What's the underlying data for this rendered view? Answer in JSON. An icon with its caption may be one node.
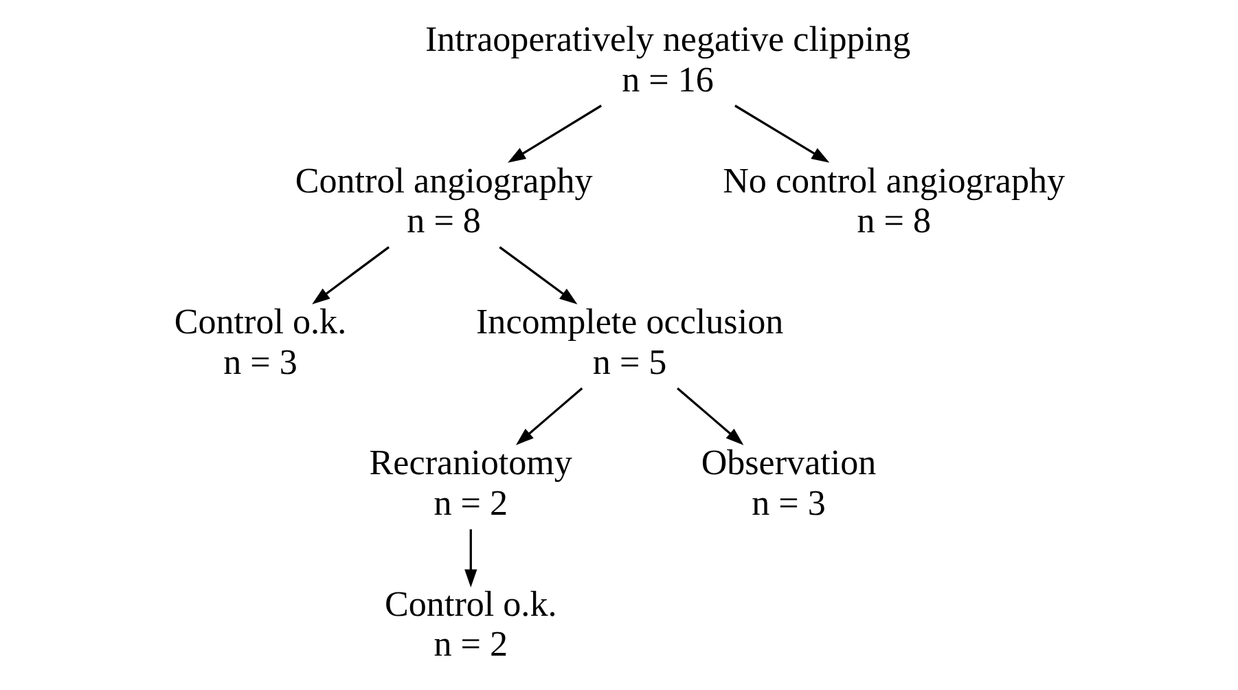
{
  "diagram": {
    "nodes": [
      {
        "text": [
          "Intraoperatively negative clipping",
          "n = 16"
        ]
      },
      {
        "text": [
          "Control angiography",
          "n = 8"
        ]
      },
      {
        "text": [
          "No control angiography",
          "n = 8"
        ]
      },
      {
        "text": [
          "Control o.k.",
          "n = 3"
        ]
      },
      {
        "text": [
          "Incomplete occlusion",
          "n = 5"
        ]
      },
      {
        "text": [
          "Recraniotomy",
          "n = 2"
        ]
      },
      {
        "text": [
          "Observation",
          "n = 3"
        ]
      },
      {
        "text": [
          "Control o.k.",
          "n = 2"
        ]
      }
    ],
    "edges": [
      {
        "from": 0,
        "to": 1,
        "arrow": "to"
      },
      {
        "from": 0,
        "to": 2,
        "arrow": "to"
      },
      {
        "from": 1,
        "to": 3,
        "arrow": "to"
      },
      {
        "from": 1,
        "to": 4,
        "arrow": "to"
      },
      {
        "from": 4,
        "to": 5,
        "arrow": "to"
      },
      {
        "from": 4,
        "to": 6,
        "arrow": "to"
      },
      {
        "from": 5,
        "to": 7,
        "arrow": "to"
      }
    ]
  }
}
